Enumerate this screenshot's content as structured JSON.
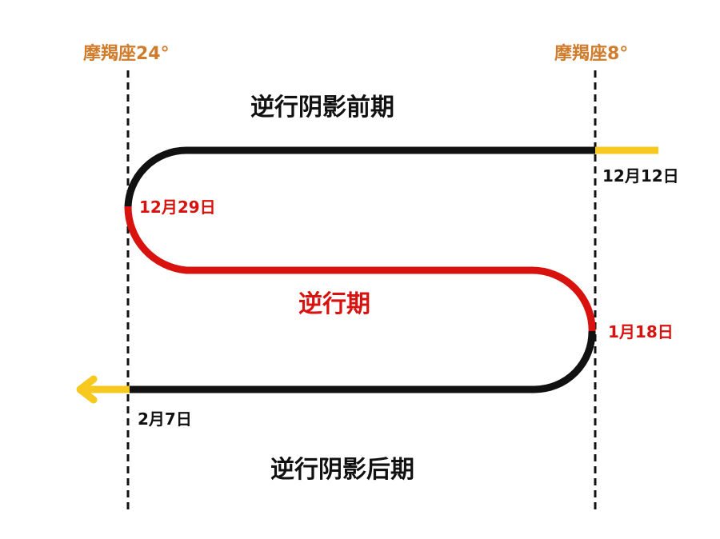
{
  "degrees": {
    "left": "摩羯座24°",
    "right": "摩羯座8°"
  },
  "phases": {
    "pre": "逆行阴影前期",
    "retro": "逆行期",
    "post": "逆行阴影后期"
  },
  "dates": {
    "shadow_start": "12月12日",
    "retro_start": "12月29日",
    "direct": "1月18日",
    "shadow_end": "2月7日"
  },
  "colors": {
    "shadow_path": "#111111",
    "retro_path": "#d8130f",
    "entry_exit": "#f7c81e",
    "degree_label": "#d07c2c",
    "guide_line": "#111111"
  },
  "icons": {
    "exit_arrow": "arrow-left-icon"
  }
}
